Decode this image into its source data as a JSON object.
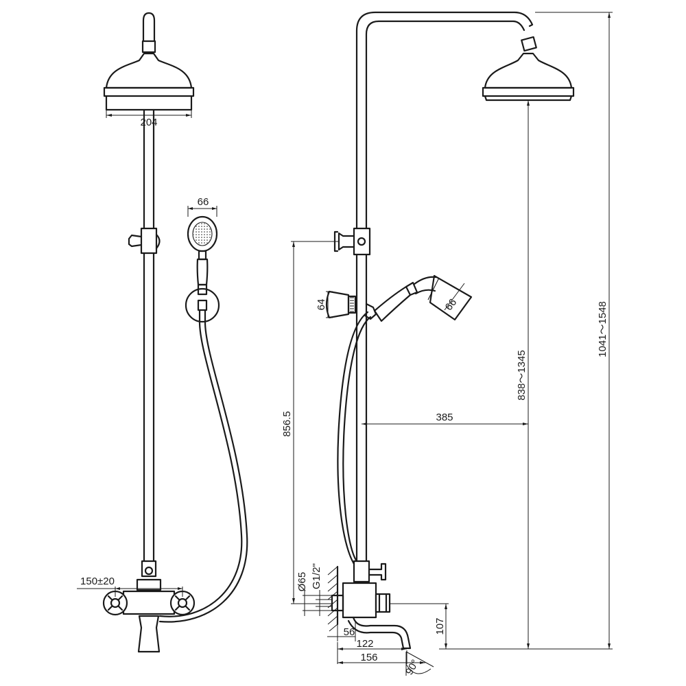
{
  "diagram": {
    "front_view": {
      "showerhead_width": "204",
      "handshower_head_width": "66",
      "center_distance": "150±20"
    },
    "side_view": {
      "handshower_head_size": "66",
      "holder_size": "64",
      "holder_height": "856.5",
      "arm_reach": "385",
      "showerhead_height_range": "838～1345",
      "total_height_range": "1041～1548",
      "escutcheon_diameter": "Ø65",
      "thread": "G1/2\"",
      "wall_to_spout": "56",
      "spout_height": "107",
      "spout_reach": "122",
      "spout_length": "156",
      "swivel_angle": "90°"
    }
  }
}
